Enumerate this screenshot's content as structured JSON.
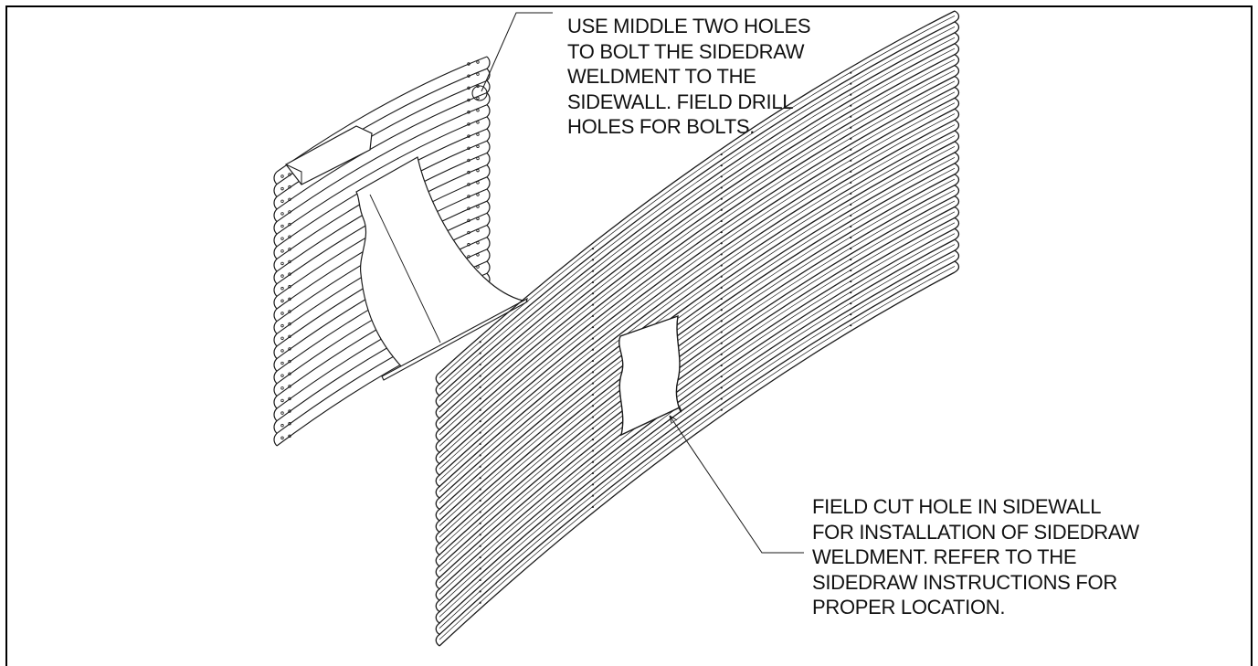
{
  "callouts": {
    "top": {
      "lines": [
        "USE MIDDLE TWO HOLES",
        "TO BOLT THE SIDEDRAW",
        "WELDMENT TO THE",
        "SIDEWALL. FIELD DRILL",
        "HOLES FOR BOLTS."
      ]
    },
    "bottom": {
      "lines": [
        "FIELD CUT HOLE IN SIDEWALL",
        "FOR INSTALLATION OF SIDEDRAW",
        "WELDMENT. REFER TO THE",
        "SIDEDRAW INSTRUCTIONS FOR",
        "PROPER LOCATION."
      ]
    }
  },
  "drawing": {
    "line_color": "#1a1a1a",
    "border_color": "#000000"
  }
}
